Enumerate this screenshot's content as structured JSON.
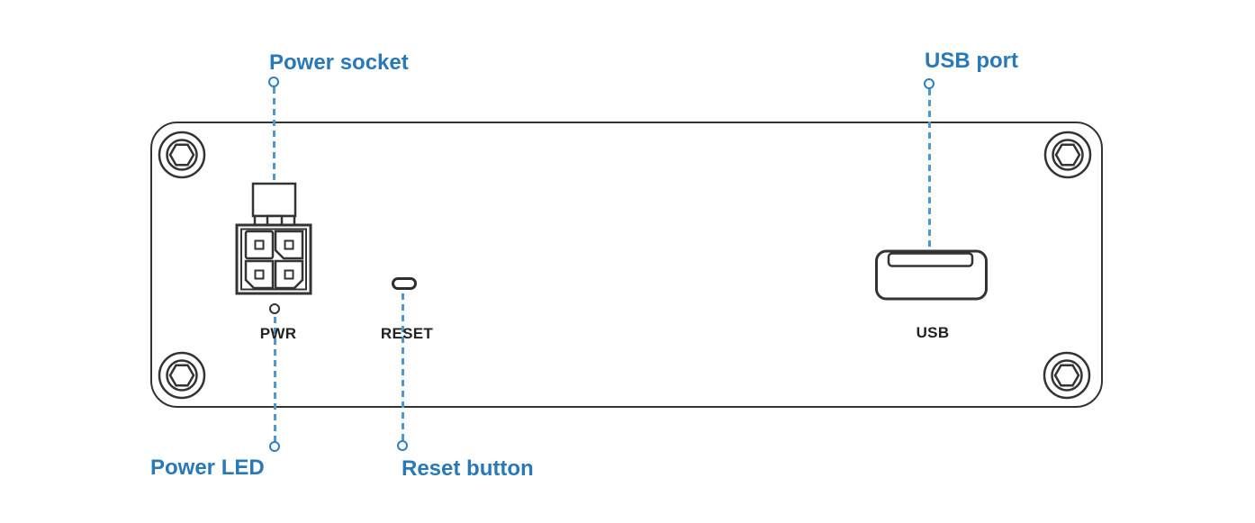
{
  "diagram": {
    "type": "device-rear-panel-callout-diagram",
    "colors": {
      "callout_text_blue": "#2979b9",
      "leader_line_blue": "#4f97cf",
      "outline_dark": "#333333",
      "background": "#ffffff"
    },
    "callouts": {
      "power_socket": "Power socket",
      "usb_port": "USB port",
      "power_led": "Power LED",
      "reset_button": "Reset button"
    },
    "panel_labels": {
      "pwr": "PWR",
      "reset": "RESET",
      "usb": "USB"
    },
    "icons": [
      "screw-icon (hex socket, 4 corners)",
      "power-connector-icon (4-pin socket with latch)",
      "power-led-icon (small circle)",
      "reset-button-icon (pinhole pill)",
      "usb-port-icon (USB-A receptacle)",
      "leader-dot-icon (callout endpoint circle)"
    ]
  }
}
